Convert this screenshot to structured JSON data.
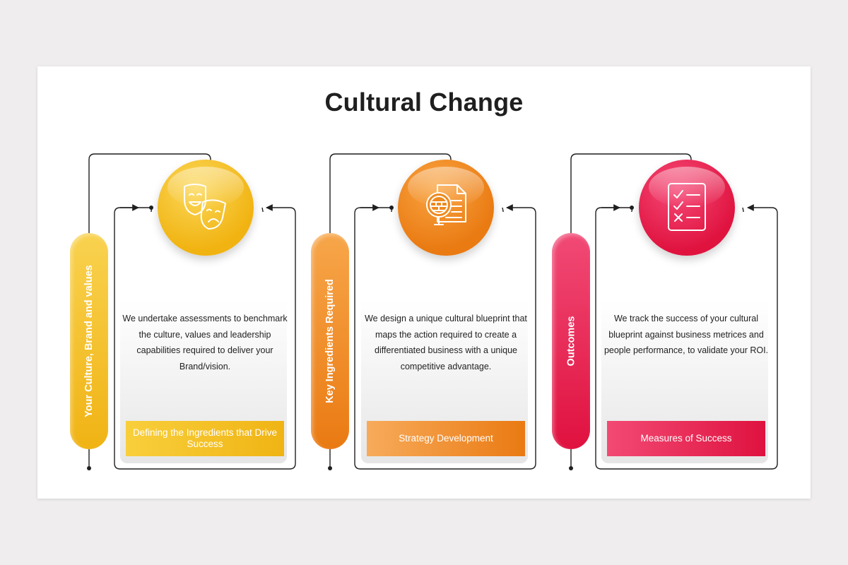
{
  "title": "Cultural Change",
  "columns": [
    {
      "theme": "yellow",
      "pill_label": "Your Culture, Brand and values",
      "icon": "theater-masks-icon",
      "description": "We undertake assessments to benchmark the culture, values and leadership capabilities required to deliver your Brand/vision.",
      "banner": "Defining the Ingredients that Drive Success"
    },
    {
      "theme": "orange",
      "pill_label": "Key Ingredients Required",
      "icon": "blueprint-magnifier-icon",
      "description": "We design a unique cultural blueprint that maps the action required to create a differentiated business with a unique competitive advantage.",
      "banner": "Strategy Development"
    },
    {
      "theme": "red",
      "pill_label": "Outcomes",
      "icon": "checklist-icon",
      "description": "We track the success of your cultural blueprint against business metrices and people performance, to validate your ROI.",
      "banner": "Measures of Success"
    }
  ],
  "colors": {
    "yellow": "#f1b311",
    "orange": "#ea7a12",
    "red": "#e0133f",
    "line": "#1f1f1f"
  }
}
